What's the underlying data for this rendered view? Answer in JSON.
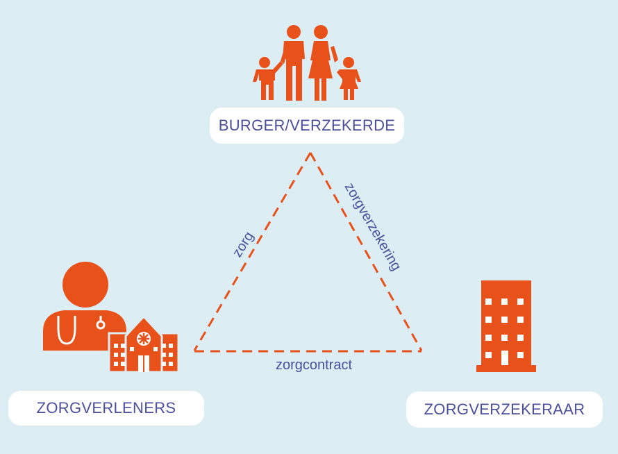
{
  "nodes": {
    "burger": {
      "label": "BURGER/VERZEKERDE",
      "icon": "family-icon"
    },
    "zorgverleners": {
      "label": "ZORGVERLENERS",
      "icon": "doctor-hospital-icon"
    },
    "zorgverzekeraar": {
      "label": "ZORGVERZEKERAAR",
      "icon": "office-building-icon"
    }
  },
  "edges": {
    "left": {
      "label": "zorg"
    },
    "right": {
      "label": "zorgverzekering"
    },
    "bottom": {
      "label": "zorgcontract"
    }
  },
  "colors": {
    "background": "#dcedf3",
    "icon": "#e85119",
    "text": "#4b4f9c",
    "box": "#ffffff"
  }
}
